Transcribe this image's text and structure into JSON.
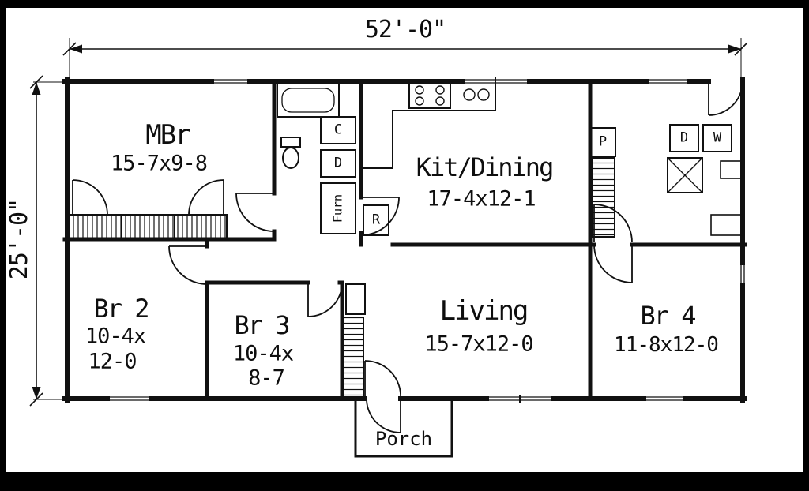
{
  "plan": {
    "dim_width": "52'-0\"",
    "dim_height": "25'-0\"",
    "rooms": {
      "mbr": {
        "name": "MBr",
        "size": "15-7x9-8"
      },
      "kit": {
        "name": "Kit/Dining",
        "size": "17-4x12-1"
      },
      "br2": {
        "name": "Br 2",
        "size1": "10-4x",
        "size2": "12-0"
      },
      "br3": {
        "name": "Br 3",
        "size1": "10-4x",
        "size2": "8-7"
      },
      "living": {
        "name": "Living",
        "size": "15-7x12-0"
      },
      "br4": {
        "name": "Br 4",
        "size": "11-8x12-0"
      },
      "porch": {
        "name": "Porch"
      }
    },
    "fixtures": {
      "closet": "C",
      "dresser": "D",
      "furnace": "Furn",
      "refrigerator": "R",
      "pantry": "P",
      "dryer": "D",
      "washer": "W"
    },
    "colors": {
      "ink": "#111111",
      "paper": "#ffffff",
      "frame": "#000000"
    }
  }
}
